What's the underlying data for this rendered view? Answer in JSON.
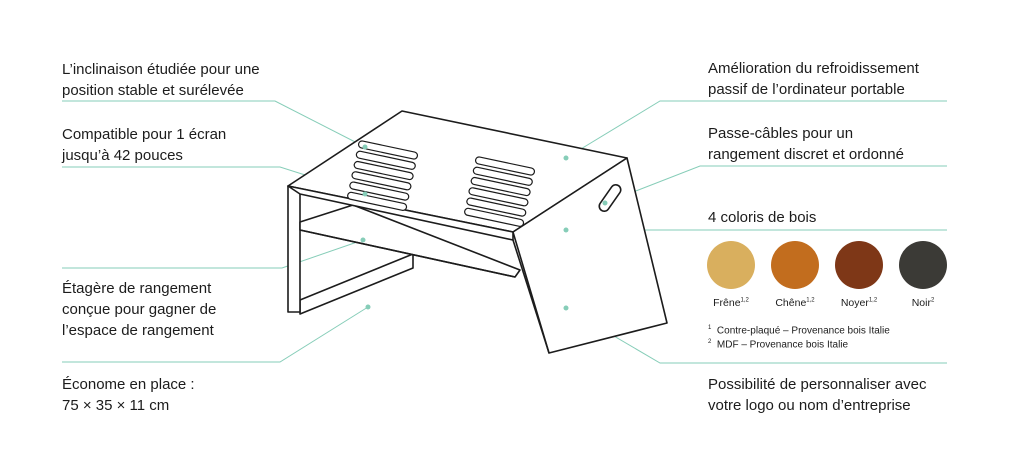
{
  "labels": {
    "inclination": "L’inclinaison étudiée pour une\nposition stable et surélevée",
    "compatible": "Compatible pour 1 écran\njusqu’à 42 pouces",
    "shelf": "Étagère de rangement\nconçue pour gagner de\nl’espace de rangement",
    "footprint": "Économe en place :\n75 × 35 × 11 cm",
    "cooling": "Amélioration du refroidissement\npassif de l’ordinateur portable",
    "cable": "Passe-câbles pour un\nrangement discret et ordonné",
    "colors_title": "4 coloris de bois",
    "custom": "Possibilité de personnaliser avec\nvotre logo ou nom d’entreprise"
  },
  "swatches": [
    {
      "name": "Frêne",
      "sup": "1,2",
      "color": "#D9AF5E"
    },
    {
      "name": "Chêne",
      "sup": "1,2",
      "color": "#C26D1E"
    },
    {
      "name": "Noyer",
      "sup": "1,2",
      "color": "#7E3717"
    },
    {
      "name": "Noir",
      "sup": "2",
      "color": "#3B3A36"
    }
  ],
  "footnotes": [
    {
      "num": "1",
      "text": "Contre-plaqué – Provenance bois Italie"
    },
    {
      "num": "2",
      "text": "MDF – Provenance bois Italie"
    }
  ],
  "colors": {
    "leader": "#86CDB8",
    "line": "#1c1c1c"
  }
}
